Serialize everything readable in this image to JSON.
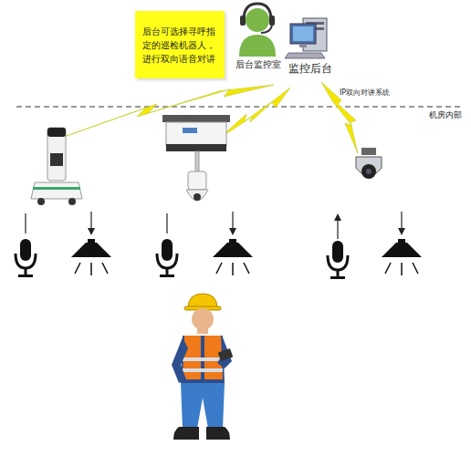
{
  "diagram": {
    "nodes": [
      {
        "text": [
          "后台可选择寻呼指定的巡检机器人，进行双向语音对讲"
        ]
      }
    ],
    "labels": [
      "后台监控室",
      "监控后台",
      "IP双向对讲系统",
      "机房内部"
    ]
  }
}
